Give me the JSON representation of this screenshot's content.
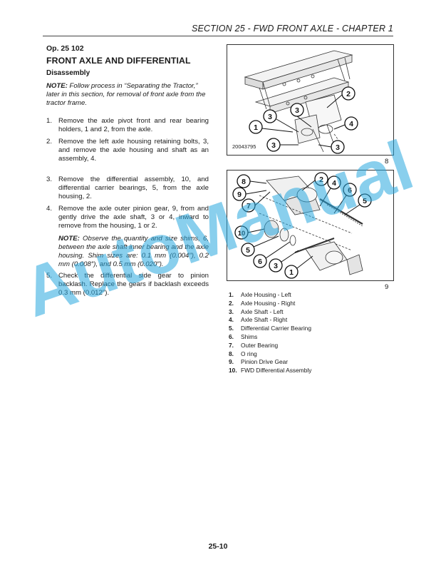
{
  "header": {
    "section": "SECTION 25 - FWD FRONT AXLE - CHAPTER 1"
  },
  "op": "Op. 25 102",
  "title": "FRONT AXLE AND DIFFERENTIAL",
  "subtitle": "Disassembly",
  "note1": {
    "label": "NOTE:",
    "text": " Follow process in “Separating the Tractor,” later in this section, for removal of front axle from the tractor frame."
  },
  "steps": [
    {
      "num": "1.",
      "text": "Remove the axle pivot front and rear bearing holders, 1 and 2, from the axle."
    },
    {
      "num": "2.",
      "text": "Remove the left axle housing retaining bolts, 3, and remove the axle housing and shaft as an assembly, 4."
    },
    {
      "num": "3.",
      "text": "Remove the differential assembly, 10, and differential carrier bearings, 5, from the axle housing, 2."
    },
    {
      "num": "4.",
      "text": "Remove the axle outer pinion gear, 9, from and gently drive the axle shaft, 3 or 4, inward to remove from the housing, 1 or 2."
    },
    {
      "num": "5.",
      "text": "Check the differential side gear to pinion backlash. Replace the gears if backlash exceeds 0.3 mm (0.012″)."
    }
  ],
  "note2": {
    "label": "NOTE:",
    "text": " Observe the quantity and size shims, 6, between the axle shaft inner bearing and the axle housing. Shim sizes are: 0.1 mm (0.004″), 0.2 mm (0.008″), and 0.5 mm (0.020″)."
  },
  "figure1": {
    "code": "20043795",
    "number": "8",
    "callouts": {
      "c1": "1",
      "c2": "2",
      "c3a": "3",
      "c3b": "3",
      "c3c": "3",
      "c3d": "3",
      "c4": "4"
    }
  },
  "figure2": {
    "number": "9",
    "callouts": {
      "c8": "8",
      "c9": "9",
      "c7": "7",
      "c2": "2",
      "c4": "4",
      "c6a": "6",
      "c5a": "5",
      "c10": "10",
      "c5b": "5",
      "c6b": "6",
      "c3": "3",
      "c1": "1"
    }
  },
  "legend": [
    {
      "num": "1.",
      "label": "Axle Housing - Left"
    },
    {
      "num": "2.",
      "label": "Axle Housing - Right"
    },
    {
      "num": "3.",
      "label": "Axle Shaft - Left"
    },
    {
      "num": "4.",
      "label": "Axle Shaft - Right"
    },
    {
      "num": "5.",
      "label": "Differential Carrier Bearing"
    },
    {
      "num": "6.",
      "label": "Shims"
    },
    {
      "num": "7.",
      "label": "Outer Bearing"
    },
    {
      "num": "8.",
      "label": "O ring"
    },
    {
      "num": "9.",
      "label": "Pinion Drive Gear"
    },
    {
      "num": "10.",
      "label": "FWD Differential Assembly"
    }
  ],
  "watermark": "AutoManual",
  "page_number": "25-10"
}
